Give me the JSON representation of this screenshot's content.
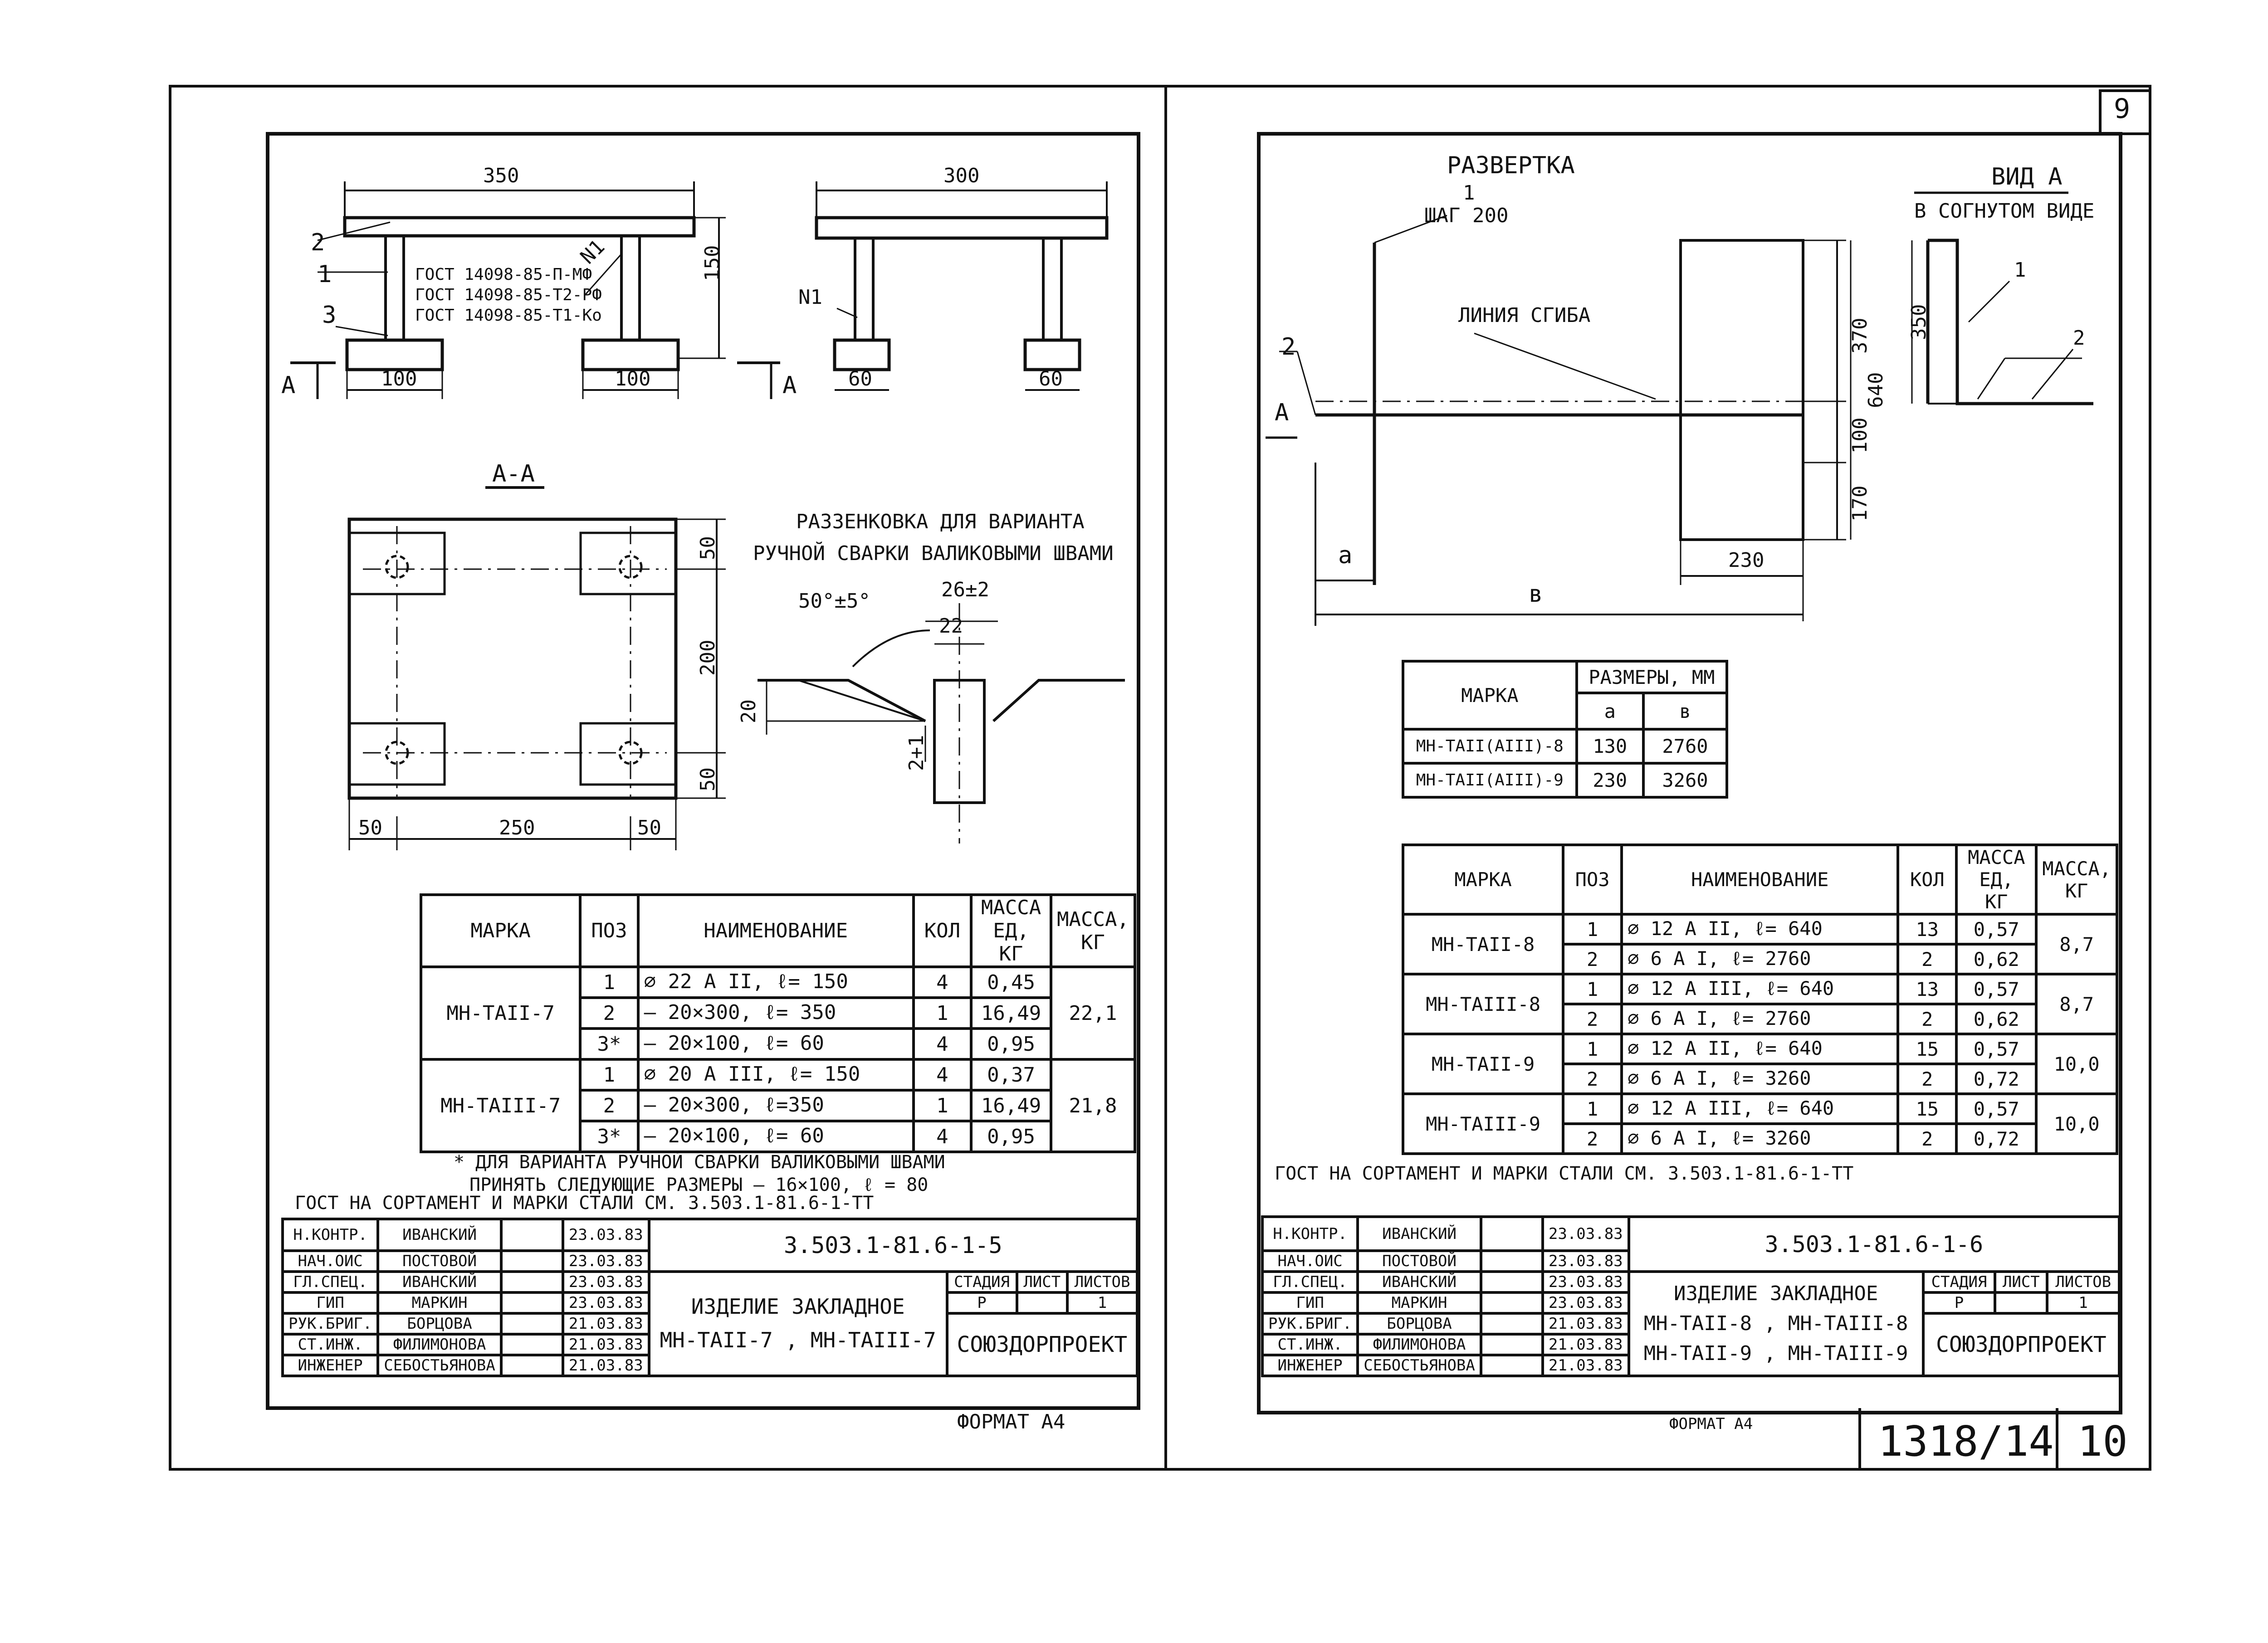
{
  "page_number": "9",
  "bottom_code": "1318/14",
  "bottom_sheet": "10",
  "left": {
    "dims": {
      "top_width": "350",
      "side_width": "300",
      "pad_left": "100",
      "pad_right": "100",
      "side_pad1": "60",
      "side_pad2": "60",
      "height": "150"
    },
    "callouts": {
      "p2": "2",
      "p1": "1",
      "p3": "3",
      "n1_weld": "N1",
      "n1_side": "N1",
      "cut_left": "A",
      "cut_right": "A"
    },
    "gost_lines": [
      "ГОСТ 14098-85-П-МФ",
      "ГОСТ 14098-85-Т2-РФ",
      "ГОСТ 14098-85-Т1-Ко"
    ],
    "section_title": "А-А",
    "section_dims": {
      "w1": "50",
      "w2": "250",
      "w3": "50",
      "h1": "50",
      "h2": "200",
      "h3": "50"
    },
    "detail_title_1": "РАЗЗЕНКОВКА ДЛЯ ВАРИАНТА",
    "detail_title_2": "РУЧНОЙ СВАРКИ ВАЛИКОВЫМИ ШВАМИ",
    "detail_dims": {
      "angle": "50°±5°",
      "top": "26±2",
      "inner": "22",
      "side": "20",
      "gap": "2+1"
    },
    "table": {
      "headers": {
        "mark": "МАРКА",
        "pos": "ПОЗ",
        "name": "НАИМЕНОВАНИЕ",
        "qty": "КОЛ",
        "mass_unit": "МАССА ЕД, КГ",
        "mass": "МАССА, КГ"
      },
      "groups": [
        {
          "mark": "МН-ТАII-7",
          "mass": "22,1",
          "rows": [
            {
              "pos": "1",
              "name": "⌀ 22 А II, ℓ= 150",
              "qty": "4",
              "mu": "0,45"
            },
            {
              "pos": "2",
              "name": "— 20×300, ℓ= 350",
              "qty": "1",
              "mu": "16,49"
            },
            {
              "pos": "3*",
              "name": "— 20×100, ℓ= 60",
              "qty": "4",
              "mu": "0,95"
            }
          ]
        },
        {
          "mark": "МН-ТАIII-7",
          "mass": "21,8",
          "rows": [
            {
              "pos": "1",
              "name": "⌀ 20 А III, ℓ= 150",
              "qty": "4",
              "mu": "0,37"
            },
            {
              "pos": "2",
              "name": "— 20×300, ℓ=350",
              "qty": "1",
              "mu": "16,49"
            },
            {
              "pos": "3*",
              "name": "— 20×100, ℓ= 60",
              "qty": "4",
              "mu": "0,95"
            }
          ]
        }
      ]
    },
    "note_1": "* ДЛЯ ВАРИАНТА РУЧНОЙ СВАРКИ ВАЛИКОВЫМИ ШВАМИ",
    "note_2": "ПРИНЯТЬ СЛЕДУЮЩИЕ РАЗМЕРЫ — 16×100, ℓ = 80",
    "gost_note": "ГОСТ НА СОРТАМЕНТ И МАРКИ СТАЛИ СМ. 3.503.1-81.6-1-ТТ",
    "stamp": {
      "doc_code": "3.503.1-81.6-1-5",
      "roles": [
        {
          "role": "Н.КОНТР.",
          "name": "ИВАНСКИЙ",
          "date": "23.03.83"
        },
        {
          "role": "НАЧ.ОИС",
          "name": "ПОСТОВОЙ",
          "date": "23.03.83"
        },
        {
          "role": "ГЛ.СПЕЦ.",
          "name": "ИВАНСКИЙ",
          "date": "23.03.83"
        },
        {
          "role": "ГИП",
          "name": "МАРКИН",
          "date": "23.03.83"
        },
        {
          "role": "РУК.БРИГ.",
          "name": "БОРЦОВА",
          "date": "21.03.83"
        },
        {
          "role": "СТ.ИНЖ.",
          "name": "ФИЛИМОНОВА",
          "date": "21.03.83"
        },
        {
          "role": "ИНЖЕНЕР",
          "name": "СЕБОСТЬЯНОВА",
          "date": "21.03.83"
        }
      ],
      "title_1": "ИЗДЕЛИЕ ЗАКЛАДНОЕ",
      "title_2": "МН-ТАII-7 , МН-ТАIII-7",
      "stage_label": "СТАДИЯ",
      "sheet_label": "ЛИСТ",
      "sheets_label": "ЛИСТОВ",
      "stage": "Р",
      "sheets": "1",
      "org": "СОЮЗДОРПРОЕКТ"
    },
    "format": "ФОРМАТ А4"
  },
  "right": {
    "title_razv": "РАЗВЕРТКА",
    "callouts": {
      "p1": "1",
      "step": "ШАГ 200",
      "bend": "ЛИНИЯ СГИБА",
      "p2": "2",
      "arrow_a": "А",
      "vid_p1": "1",
      "vid_p2": "2"
    },
    "dims": {
      "d370": "370",
      "d640": "640",
      "d100": "100",
      "d170": "170",
      "d230": "230",
      "a": "а",
      "b": "в",
      "d350": "350"
    },
    "vid_title": "ВИД А",
    "vid_sub": "В СОГНУТОМ ВИДЕ",
    "size_table": {
      "mark": "МАРКА",
      "sizes": "РАЗМЕРЫ, ММ",
      "a": "а",
      "b": "в",
      "rows": [
        {
          "mark": "МН-ТАII(АIII)-8",
          "a": "130",
          "b": "2760"
        },
        {
          "mark": "МН-ТАII(АIII)-9",
          "a": "230",
          "b": "3260"
        }
      ]
    },
    "table": {
      "headers": {
        "mark": "МАРКА",
        "pos": "ПОЗ",
        "name": "НАИМЕНОВАНИЕ",
        "qty": "КОЛ",
        "mass_unit": "МАССА ЕД, КГ",
        "mass": "МАССА, КГ"
      },
      "groups": [
        {
          "mark": "МН-ТАII-8",
          "mass": "8,7",
          "rows": [
            {
              "pos": "1",
              "name": "⌀ 12 А II, ℓ= 640",
              "qty": "13",
              "mu": "0,57"
            },
            {
              "pos": "2",
              "name": "⌀ 6 А I, ℓ= 2760",
              "qty": "2",
              "mu": "0,62"
            }
          ]
        },
        {
          "mark": "МН-ТАIII-8",
          "mass": "8,7",
          "rows": [
            {
              "pos": "1",
              "name": "⌀ 12 А III, ℓ= 640",
              "qty": "13",
              "mu": "0,57"
            },
            {
              "pos": "2",
              "name": "⌀ 6 А I, ℓ= 2760",
              "qty": "2",
              "mu": "0,62"
            }
          ]
        },
        {
          "mark": "МН-ТАII-9",
          "mass": "10,0",
          "rows": [
            {
              "pos": "1",
              "name": "⌀ 12 А II, ℓ= 640",
              "qty": "15",
              "mu": "0,57"
            },
            {
              "pos": "2",
              "name": "⌀ 6 А I, ℓ= 3260",
              "qty": "2",
              "mu": "0,72"
            }
          ]
        },
        {
          "mark": "МН-ТАIII-9",
          "mass": "10,0",
          "rows": [
            {
              "pos": "1",
              "name": "⌀ 12 А III, ℓ= 640",
              "qty": "15",
              "mu": "0,57"
            },
            {
              "pos": "2",
              "name": "⌀ 6 А I, ℓ= 3260",
              "qty": "2",
              "mu": "0,72"
            }
          ]
        }
      ]
    },
    "gost_note": "ГОСТ НА СОРТАМЕНТ И МАРКИ СТАЛИ СМ. 3.503.1-81.6-1-ТТ",
    "stamp": {
      "doc_code": "3.503.1-81.6-1-6",
      "roles": [
        {
          "role": "Н.КОНТР.",
          "name": "ИВАНСКИЙ",
          "date": "23.03.83"
        },
        {
          "role": "НАЧ.ОИС",
          "name": "ПОСТОВОЙ",
          "date": "23.03.83"
        },
        {
          "role": "ГЛ.СПЕЦ.",
          "name": "ИВАНСКИЙ",
          "date": "23.03.83"
        },
        {
          "role": "ГИП",
          "name": "МАРКИН",
          "date": "23.03.83"
        },
        {
          "role": "РУК.БРИГ.",
          "name": "БОРЦОВА",
          "date": "21.03.83"
        },
        {
          "role": "СТ.ИНЖ.",
          "name": "ФИЛИМОНОВА",
          "date": "21.03.83"
        },
        {
          "role": "ИНЖЕНЕР",
          "name": "СЕБОСТЬЯНОВА",
          "date": "21.03.83"
        }
      ],
      "title_1": "ИЗДЕЛИЕ ЗАКЛАДНОЕ",
      "title_2": "МН-ТАII-8 , МН-ТАIII-8",
      "title_3": "МН-ТАII-9 , МН-ТАIII-9",
      "stage_label": "СТАДИЯ",
      "sheet_label": "ЛИСТ",
      "sheets_label": "ЛИСТОВ",
      "stage": "Р",
      "sheets": "1",
      "org": "СОЮЗДОРПРОЕКТ"
    },
    "format": "ФОРМАТ А4"
  }
}
